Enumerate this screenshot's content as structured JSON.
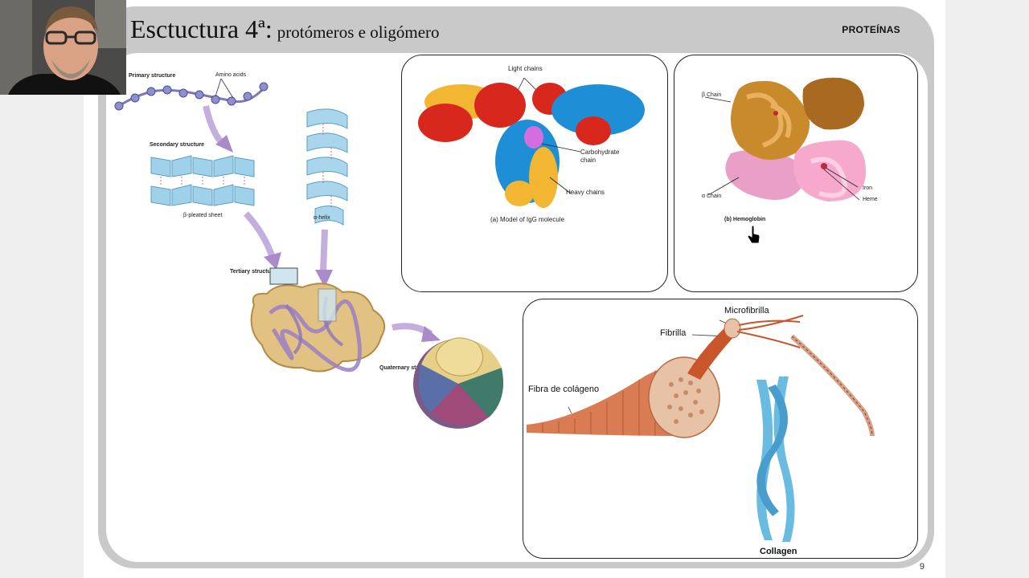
{
  "slide": {
    "title_main": "Esctuctura 4ª:",
    "title_sub": "protómeros e oligómero",
    "section_tag": "PROTEÍNAS",
    "page_number": "9"
  },
  "left_figure": {
    "primary_structure": "Primary structure",
    "amino_acids": "Amino acids",
    "secondary_structure": "Secondary structure",
    "beta_sheet": "β-pleated sheet",
    "alpha_helix": "α-helix",
    "tertiary_structure": "Tertiary structure",
    "quaternary_structure": "Quaternary structure"
  },
  "igg_panel": {
    "light_chains": "Light chains",
    "carbohydrate_chain": "Carbohydrate chain",
    "heavy_chains": "Heavy chains",
    "caption": "(a) Model of IgG molecule"
  },
  "hemoglobin_panel": {
    "beta_chain": "β Chain",
    "alpha_chain": "α Chain",
    "iron": "Iron",
    "heme": "Heme",
    "caption": "(b) Hemoglobin"
  },
  "collagen_panel": {
    "microfibrilla": "Microfibrilla",
    "fibrilla": "Fibrilla",
    "fibra_colageno": "Fibra de colágeno",
    "collagen": "Collagen"
  },
  "colors": {
    "frame_gray": "#c9c9c9",
    "igg_red": "#d8281e",
    "igg_blue": "#1e8fd6",
    "igg_yellow": "#f2b632",
    "hemo_brown": "#c98a2c",
    "hemo_pink": "#f19ac2",
    "arrow_purple": "#a98bc9",
    "collagen_orange": "#c9562b",
    "collagen_blue": "#4fb0dd"
  }
}
